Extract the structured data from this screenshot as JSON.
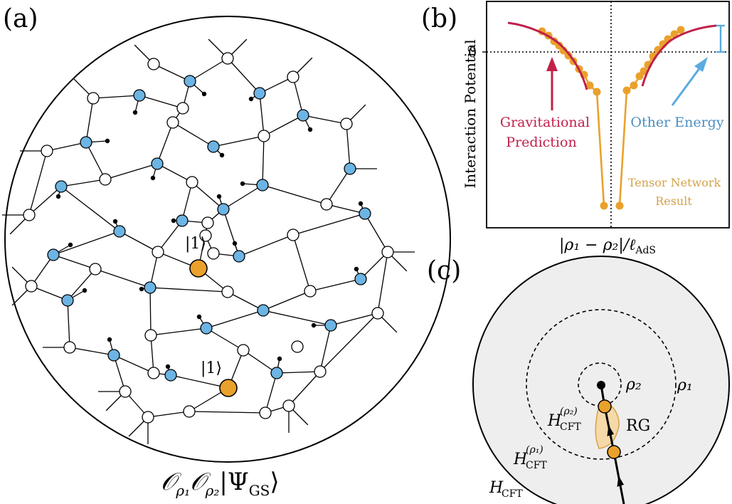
{
  "panel_a": {
    "label": "(a)",
    "site_label_1": "|1⟩",
    "site_label_2": "|1⟩",
    "caption": "𝒪",
    "caption_sub_1": "ρ₁",
    "caption_mid": "𝒪",
    "caption_sub_2": "ρ₂",
    "caption_state": "|Ψ",
    "caption_state_sub": "GS",
    "caption_close": "⟩"
  },
  "panel_b": {
    "label": "(b)",
    "ylabel": "Interaction Potential",
    "xlabel_main": "|ρ₁ − ρ₂|/ℓ",
    "xlabel_sub": "AdS",
    "zero_tick": "0",
    "grav_line1": "Gravitational",
    "grav_line2": "Prediction",
    "other_energy": "Other Energy",
    "tn_line1": "Tensor Network",
    "tn_line2": "Result",
    "colors": {
      "gravitational": "#c0214a",
      "tensor_network": "#eaa12b",
      "other_energy": "#5aabdf",
      "tn_text": "#d4a34a",
      "other_text": "#4a8fc0"
    }
  },
  "panel_c": {
    "label": "(c)",
    "rho2": "ρ₂",
    "rho1": "ρ₁",
    "rg": "RG",
    "h_cft_rho2": "H",
    "h_cft_rho2_sub": "CFT",
    "h_cft_rho2_sup": "(ρ₂)",
    "h_cft_rho1": "H",
    "h_cft_rho1_sub": "CFT",
    "h_cft_rho1_sup": "(ρ₁)",
    "h_cft": "H",
    "h_cft_sub": "CFT"
  },
  "colors": {
    "blue_node": "#6cb4e4",
    "orange_node": "#eaa12b",
    "disk_fill": "#eeeeee",
    "rg_fill": "#f5d9a8"
  }
}
